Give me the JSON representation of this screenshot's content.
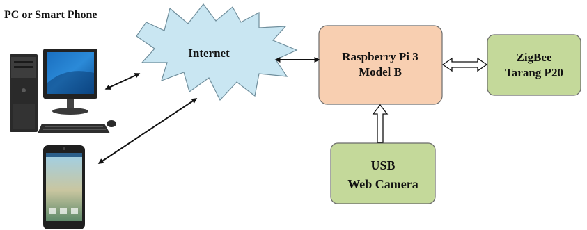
{
  "heading": "PC or Smart Phone",
  "nodes": {
    "internet": {
      "label": "Internet"
    },
    "raspberry": {
      "line1": "Raspberry Pi 3",
      "line2": "Model B"
    },
    "zigbee": {
      "line1": "ZigBee",
      "line2": "Tarang P20"
    },
    "camera": {
      "line1": "USB",
      "line2": "Web Camera"
    }
  },
  "colors": {
    "raspberry_fill": "#f8cfb1",
    "green_fill": "#c4d99a",
    "cloud_fill": "#c9e6f2",
    "arrow": "#111111"
  },
  "icons": {
    "pc": "desktop-computer-icon",
    "phone": "smartphone-icon"
  }
}
